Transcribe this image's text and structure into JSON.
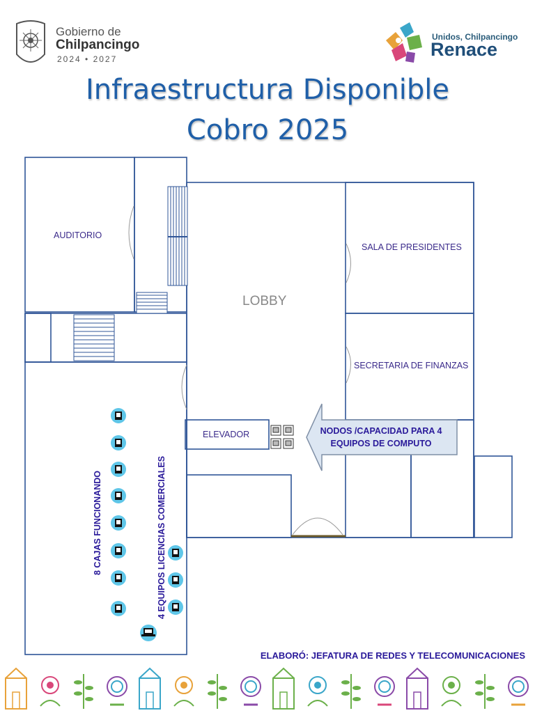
{
  "header": {
    "gov_logo": {
      "line1": "Gobierno de",
      "line2": "Chilpancingo",
      "line3": "2024 • 2027"
    },
    "renace_logo": {
      "line1": "Unidos, Chilpancingo",
      "line2": "Renace"
    }
  },
  "title": {
    "line1": "Infraestructura Disponible",
    "line2": "Cobro 2025"
  },
  "floor_plan": {
    "rooms": {
      "auditorio": "AUDITORIO",
      "lobby": "LOBBY",
      "sala_presidentes": "SALA DE PRESIDENTES",
      "secretaria_finanzas": "SECRETARIA DE FINANZAS",
      "elevador": "ELEVADOR"
    },
    "callout": "NODOS /CAPACIDAD PARA 4 EQUIPOS DE COMPUTO",
    "cajas_label": "8 CAJAS FUNCIONANDO",
    "equipos_label": "4 EQUIPOS LICENCIAS COMERCIALES",
    "counts": {
      "cajas": 8,
      "equipos": 4,
      "nodos": 4,
      "laptops": 1
    }
  },
  "footer": {
    "credit": "ELABORÓ: JEFATURA DE REDES Y TELECOMUNICACIONES"
  },
  "colors": {
    "wall": "#2f5597",
    "title": "#1f5fa8",
    "label": "#3a2a8a",
    "device": "#5fc6e8",
    "arrow_fill": "#dce6f2"
  },
  "icons": [
    "pc-icon",
    "laptop-icon",
    "network-node-icon",
    "stairs-icon",
    "door-icon",
    "arrow-icon"
  ]
}
